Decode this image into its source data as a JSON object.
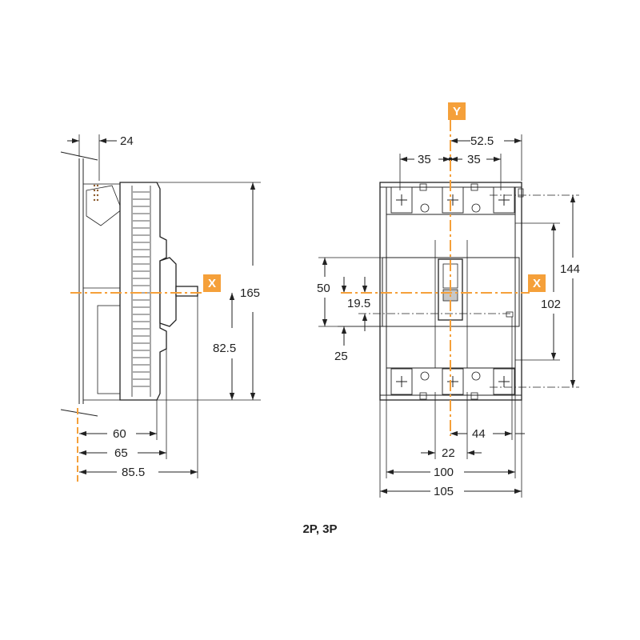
{
  "colors": {
    "axis": "#F5A03A",
    "line": "#222222"
  },
  "axes": {
    "x_label": "X",
    "y_label": "Y"
  },
  "side_view": {
    "dims": {
      "top_offset": "24",
      "height": "165",
      "axis_height": "82.5",
      "depth_60": "60",
      "depth_65": "65",
      "depth_85_5": "85.5"
    }
  },
  "front_view": {
    "dims": {
      "half_width": "52.5",
      "pitch_left": "35",
      "pitch_right": "35",
      "height_144": "144",
      "height_102": "102",
      "handle_50": "50",
      "offset_19_5": "19.5",
      "offset_25": "25",
      "width_44": "44",
      "width_22": "22",
      "width_100": "100",
      "width_105": "105"
    }
  },
  "caption": "2P, 3P"
}
